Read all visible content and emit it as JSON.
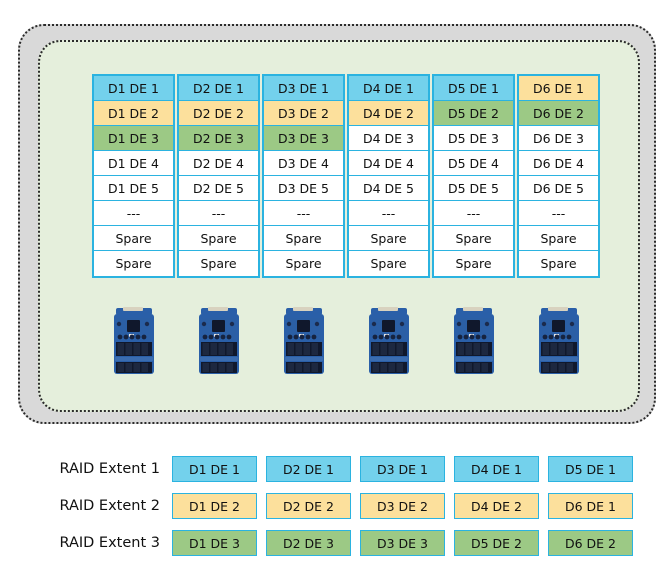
{
  "colors": {
    "blue": "#73d1ec",
    "yellow": "#fce09c",
    "green": "#9cc985",
    "white": "#ffffff",
    "cell_border": "#2bb3e0",
    "pool_outer_bg": "#d9d9d9",
    "pool_inner_bg": "#e5efdc",
    "dotted_border": "#2b2b2b",
    "text": "#111111",
    "enclosure_body": "#1f3a6e",
    "enclosure_accent": "#2a5fa8"
  },
  "pool": {
    "outer_name": "storage-pool-outer-boundary",
    "inner_name": "storage-pool-inner-boundary"
  },
  "drive_grid": {
    "columns": [
      {
        "drive": "D1",
        "cells": [
          {
            "label": "D1 DE 1",
            "color": "blue"
          },
          {
            "label": "D1 DE 2",
            "color": "yellow"
          },
          {
            "label": "D1 DE 3",
            "color": "green"
          },
          {
            "label": "D1 DE 4",
            "color": "white"
          },
          {
            "label": "D1 DE 5",
            "color": "white"
          },
          {
            "label": "---",
            "color": "white"
          },
          {
            "label": "Spare",
            "color": "white"
          },
          {
            "label": "Spare",
            "color": "white"
          }
        ]
      },
      {
        "drive": "D2",
        "cells": [
          {
            "label": "D2 DE 1",
            "color": "blue"
          },
          {
            "label": "D2 DE 2",
            "color": "yellow"
          },
          {
            "label": "D2 DE 3",
            "color": "green"
          },
          {
            "label": "D2 DE 4",
            "color": "white"
          },
          {
            "label": "D2 DE 5",
            "color": "white"
          },
          {
            "label": "---",
            "color": "white"
          },
          {
            "label": "Spare",
            "color": "white"
          },
          {
            "label": "Spare",
            "color": "white"
          }
        ]
      },
      {
        "drive": "D3",
        "cells": [
          {
            "label": "D3 DE 1",
            "color": "blue"
          },
          {
            "label": "D3 DE 2",
            "color": "yellow"
          },
          {
            "label": "D3 DE 3",
            "color": "green"
          },
          {
            "label": "D3 DE 4",
            "color": "white"
          },
          {
            "label": "D3 DE 5",
            "color": "white"
          },
          {
            "label": "---",
            "color": "white"
          },
          {
            "label": "Spare",
            "color": "white"
          },
          {
            "label": "Spare",
            "color": "white"
          }
        ]
      },
      {
        "drive": "D4",
        "cells": [
          {
            "label": "D4 DE 1",
            "color": "blue"
          },
          {
            "label": "D4 DE 2",
            "color": "yellow"
          },
          {
            "label": "D4 DE 3",
            "color": "white"
          },
          {
            "label": "D4 DE 4",
            "color": "white"
          },
          {
            "label": "D4 DE 5",
            "color": "white"
          },
          {
            "label": "---",
            "color": "white"
          },
          {
            "label": "Spare",
            "color": "white"
          },
          {
            "label": "Spare",
            "color": "white"
          }
        ]
      },
      {
        "drive": "D5",
        "cells": [
          {
            "label": "D5 DE 1",
            "color": "blue"
          },
          {
            "label": "D5 DE 2",
            "color": "green"
          },
          {
            "label": "D5 DE 3",
            "color": "white"
          },
          {
            "label": "D5 DE 4",
            "color": "white"
          },
          {
            "label": "D5 DE 5",
            "color": "white"
          },
          {
            "label": "---",
            "color": "white"
          },
          {
            "label": "Spare",
            "color": "white"
          },
          {
            "label": "Spare",
            "color": "white"
          }
        ]
      },
      {
        "drive": "D6",
        "cells": [
          {
            "label": "D6 DE 1",
            "color": "yellow"
          },
          {
            "label": "D6 DE 2",
            "color": "green"
          },
          {
            "label": "D6 DE 3",
            "color": "white"
          },
          {
            "label": "D6 DE 4",
            "color": "white"
          },
          {
            "label": "D6 DE 5",
            "color": "white"
          },
          {
            "label": "---",
            "color": "white"
          },
          {
            "label": "Spare",
            "color": "white"
          },
          {
            "label": "Spare",
            "color": "white"
          }
        ]
      }
    ]
  },
  "enclosures": [
    {
      "icon": "disk-enclosure-icon",
      "drive": "D1"
    },
    {
      "icon": "disk-enclosure-icon",
      "drive": "D2"
    },
    {
      "icon": "disk-enclosure-icon",
      "drive": "D3"
    },
    {
      "icon": "disk-enclosure-icon",
      "drive": "D4"
    },
    {
      "icon": "disk-enclosure-icon",
      "drive": "D5"
    },
    {
      "icon": "disk-enclosure-icon",
      "drive": "D6"
    }
  ],
  "raid_extents": [
    {
      "label": "RAID Extent 1",
      "color": "blue",
      "members": [
        "D1 DE 1",
        "D2 DE 1",
        "D3 DE 1",
        "D4 DE 1",
        "D5 DE 1"
      ]
    },
    {
      "label": "RAID Extent 2",
      "color": "yellow",
      "members": [
        "D1 DE 2",
        "D2 DE 2",
        "D3 DE 2",
        "D4 DE 2",
        "D6 DE 1"
      ]
    },
    {
      "label": "RAID Extent 3",
      "color": "green",
      "members": [
        "D1 DE 3",
        "D2 DE 3",
        "D3 DE 3",
        "D5 DE 2",
        "D6 DE 2"
      ]
    }
  ]
}
